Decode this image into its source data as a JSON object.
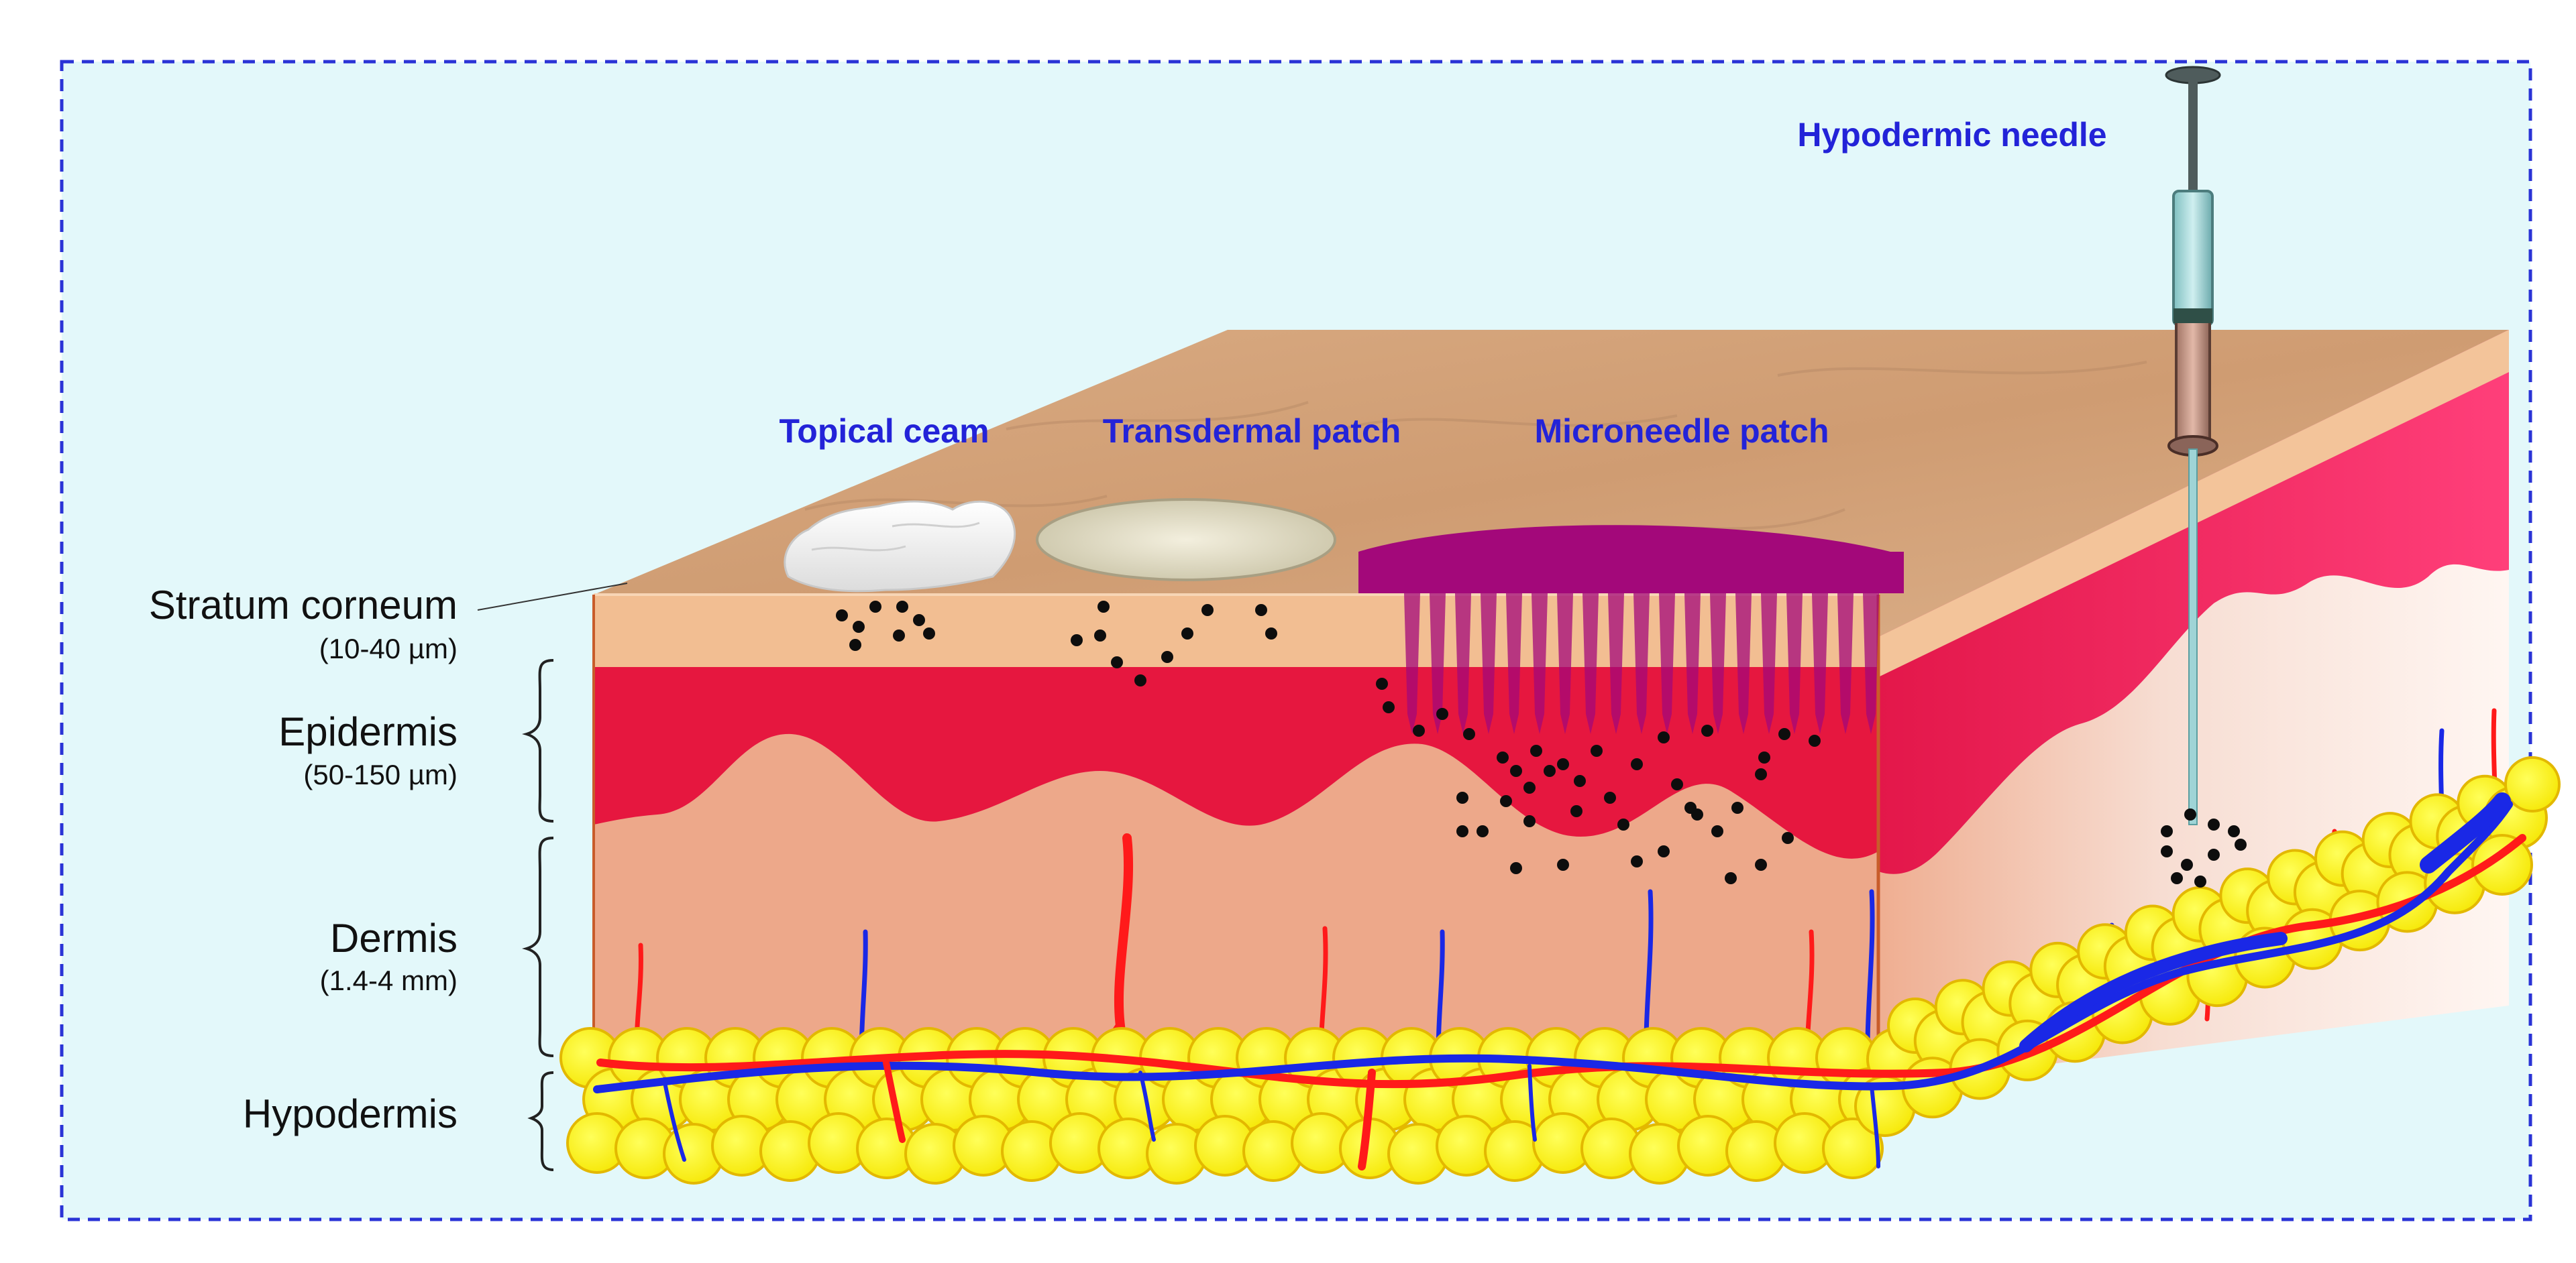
{
  "colors": {
    "background": "#e3f8fa",
    "border": "#2a33d6",
    "method_label": "#2323d8",
    "stratum": "#f2be92",
    "epidermis": "#e6173f",
    "dermis": "#eda88a",
    "fat": "#ffff00",
    "fat_outline": "#e3b800",
    "artery": "#ff1a1a",
    "vein": "#1a28e6",
    "microneedle": "#a3087a",
    "surface_top": "#d6a77f",
    "drug_particle": "#0d0d0d"
  },
  "delivery_methods": [
    {
      "label": "Topical ceam",
      "icon": "cream-icon"
    },
    {
      "label": "Transdermal patch",
      "icon": "patch-icon"
    },
    {
      "label": "Microneedle patch",
      "icon": "microneedle-icon"
    },
    {
      "label": "Hypodermic needle",
      "icon": "syringe-icon"
    }
  ],
  "layers": [
    {
      "name": "Stratum corneum",
      "thickness": "(10-40 µm)"
    },
    {
      "name": "Epidermis",
      "thickness": "(50-150 µm)"
    },
    {
      "name": "Dermis",
      "thickness": "(1.4-4 mm)"
    },
    {
      "name": "Hypodermis",
      "thickness": ""
    }
  ]
}
